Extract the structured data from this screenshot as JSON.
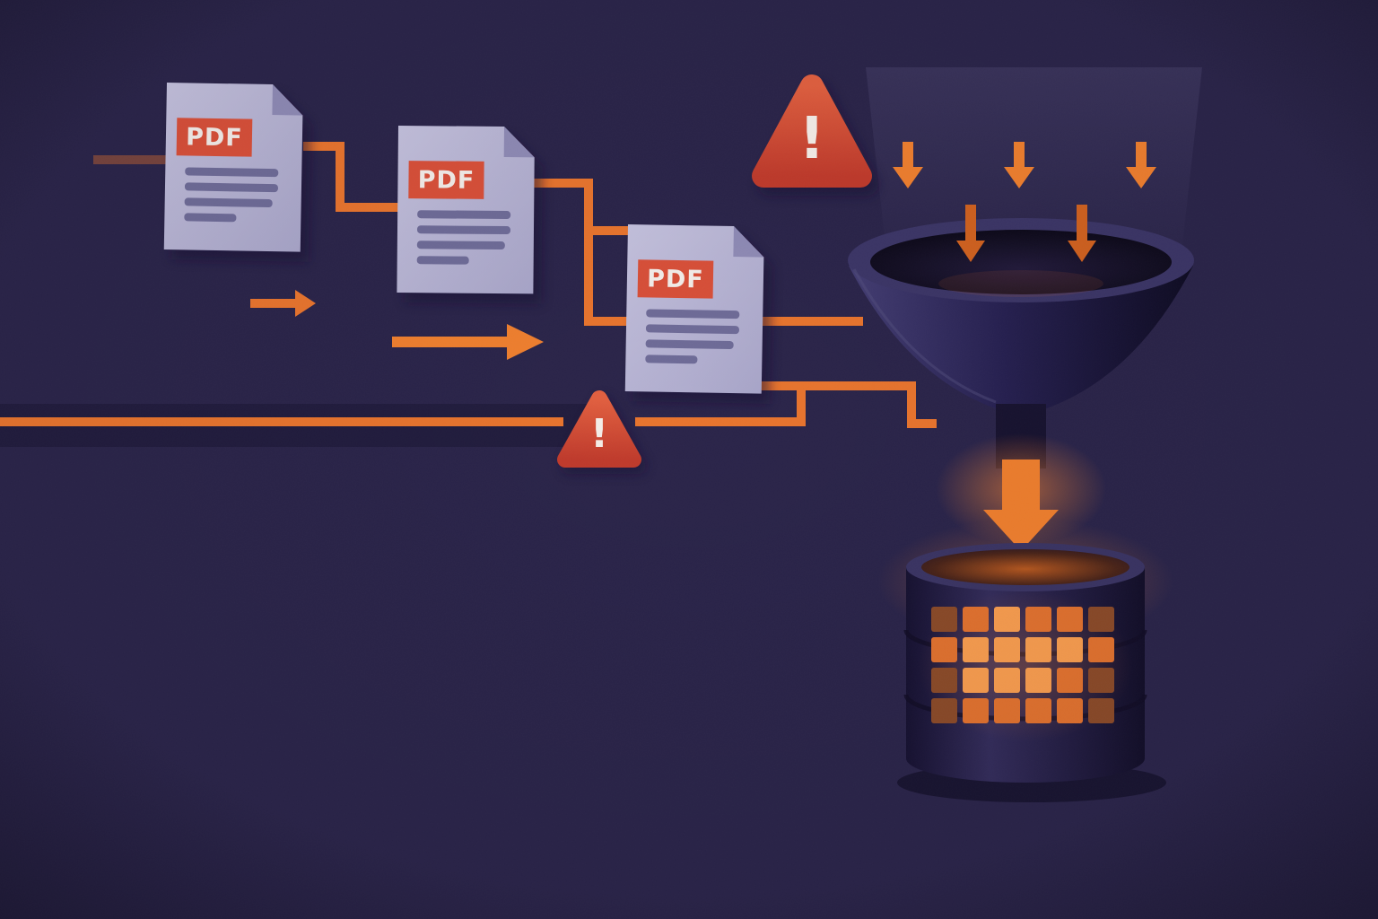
{
  "scene": {
    "description": "Illustration of PDF documents flowing through pipeline connectors into a funnel that pours into a glowing database",
    "background_color": "#2a2449",
    "accent_color": "#e8742d",
    "documents": [
      {
        "label": "PDF"
      },
      {
        "label": "PDF"
      },
      {
        "label": "PDF"
      }
    ],
    "warnings": [
      {
        "mark": "!"
      },
      {
        "mark": "!"
      }
    ],
    "colors": {
      "paper": "#b9b6d5",
      "paper_fold": "#8e8ab5",
      "paper_line": "#6e6b97",
      "pdf_badge": "#d84f38",
      "pipe": "#e8742d",
      "warning_top": "#e2603f",
      "warning_bottom": "#c03a2b",
      "funnel": "#221d44",
      "database": "#241e44",
      "cell_bright": "#f79c4e",
      "cell_mid": "#e0712e",
      "cell_dim": "#8a4a28"
    },
    "db_grid": {
      "rows": 4,
      "cols": 6,
      "matrix": [
        [
          "dim",
          "mid",
          "bright",
          "mid",
          "mid",
          "dim"
        ],
        [
          "mid",
          "bright",
          "bright",
          "bright",
          "bright",
          "mid"
        ],
        [
          "dim",
          "bright",
          "bright",
          "bright",
          "mid",
          "dim"
        ],
        [
          "dim",
          "mid",
          "mid",
          "mid",
          "mid",
          "dim"
        ]
      ]
    }
  }
}
